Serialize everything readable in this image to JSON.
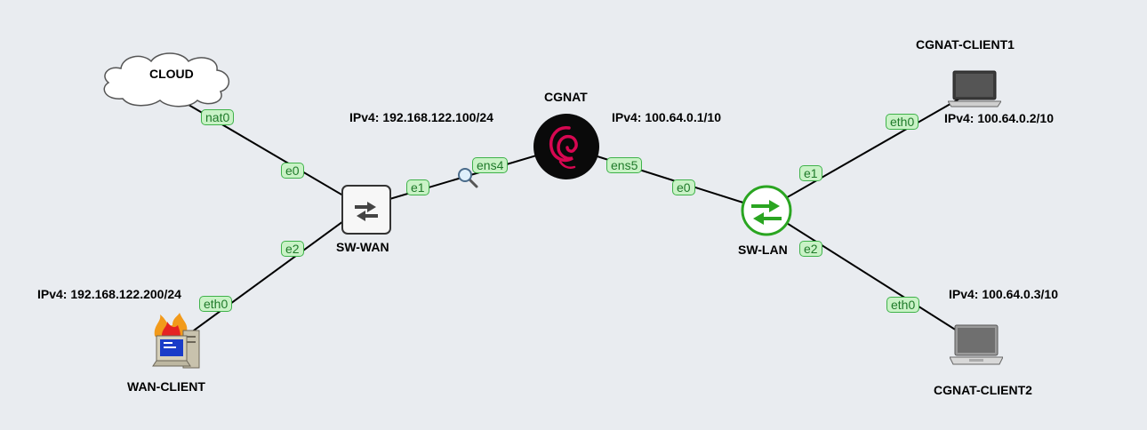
{
  "nodes": {
    "cloud": {
      "name": "CLOUD"
    },
    "sw_wan": {
      "name": "SW-WAN"
    },
    "cgnat": {
      "name": "CGNAT"
    },
    "sw_lan": {
      "name": "SW-LAN"
    },
    "wan_client": {
      "name": "WAN-CLIENT"
    },
    "cgnat_client1": {
      "name": "CGNAT-CLIENT1"
    },
    "cgnat_client2": {
      "name": "CGNAT-CLIENT2"
    }
  },
  "addresses": {
    "sw_wan_side": "IPv4:  192.168.122.100/24",
    "cgnat_lan_side": "IPv4:  100.64.0.1/10",
    "wan_client": "IPv4:  192.168.122.200/24",
    "client1": "IPv4:  100.64.0.2/10",
    "client2": "IPv4:  100.64.0.3/10"
  },
  "interfaces": {
    "cloud_nat0": "nat0",
    "swwan_e0": "e0",
    "swwan_e1": "e1",
    "swwan_e2": "e2",
    "wanclient_eth0": "eth0",
    "cgnat_ens4": "ens4",
    "cgnat_ens5": "ens5",
    "swlan_e0": "e0",
    "swlan_e1": "e1",
    "swlan_e2": "e2",
    "client1_eth0": "eth0",
    "client2_eth0": "eth0"
  },
  "colors": {
    "background": "#e9ecf0",
    "iface_fill": "#c9f2c6",
    "iface_border": "#3fb24a",
    "swlan_green": "#2aa521",
    "debian_red": "#d70751"
  },
  "icons": {
    "cloud": "cloud-icon",
    "sw_wan": "switch-icon",
    "cgnat": "debian-logo-icon",
    "sw_lan": "router-switch-icon",
    "wan_client": "computer-firewall-icon",
    "client1": "laptop-icon",
    "client2": "laptop-icon"
  }
}
